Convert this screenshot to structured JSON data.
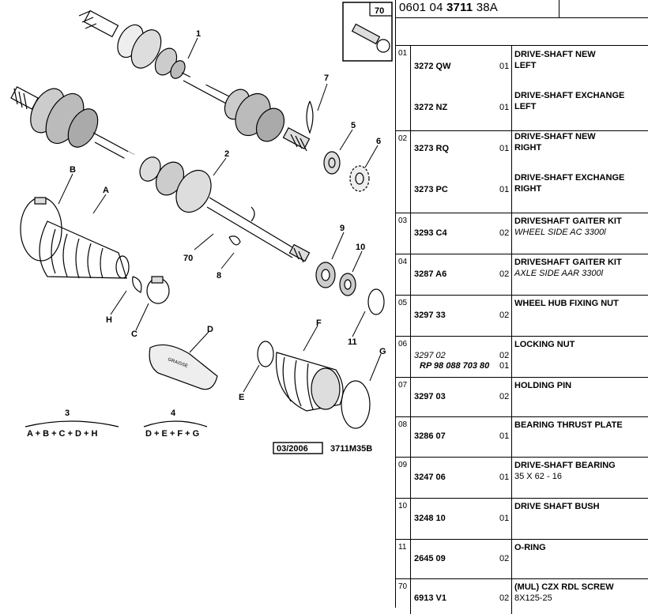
{
  "header": {
    "code_prefix": "0601 04",
    "code_bold": "3711",
    "code_suffix": "38A"
  },
  "diagram": {
    "callouts": [
      "1",
      "2",
      "3",
      "4",
      "5",
      "6",
      "7",
      "8",
      "9",
      "10",
      "11",
      "70",
      "A",
      "B",
      "C",
      "D",
      "E",
      "F",
      "G",
      "H"
    ],
    "inset_label": "70",
    "kit3_label": "A + B + C + D + H",
    "kit4_label": "D + E + F + G",
    "date_stamp": "03/2006",
    "drawing_ref": "3711M35B",
    "grease_text": "GRAISSE"
  },
  "parts": [
    {
      "num": "01",
      "lines": [
        {
          "part": "3272 QW",
          "qty": "01",
          "desc": "DRIVE-SHAFT NEW",
          "desc2": "LEFT"
        },
        {
          "part": "3272 NZ",
          "qty": "01",
          "desc": "DRIVE-SHAFT EXCHANGE",
          "desc2": "LEFT"
        }
      ]
    },
    {
      "num": "02",
      "lines": [
        {
          "part": "3273 RQ",
          "qty": "01",
          "desc": "DRIVE-SHAFT NEW",
          "desc2": "RIGHT"
        },
        {
          "part": "3273 PC",
          "qty": "01",
          "desc": "DRIVE-SHAFT EXCHANGE",
          "desc2": "RIGHT"
        }
      ]
    },
    {
      "num": "03",
      "part": "3293 C4",
      "qty": "02",
      "desc": "DRIVESHAFT GAITER KIT",
      "sub": "WHEEL SIDE AC 3300l"
    },
    {
      "num": "04",
      "part": "3287 A6",
      "qty": "02",
      "desc": "DRIVESHAFT GAITER KIT",
      "sub": "AXLE SIDE AAR 3300l"
    },
    {
      "num": "05",
      "part": "3297 33",
      "qty": "02",
      "desc": "WHEEL HUB FIXING NUT"
    },
    {
      "num": "06",
      "part": "3297 02",
      "qty": "02",
      "part2": "RP 98 088 703 80",
      "qty2": "01",
      "desc": "LOCKING NUT"
    },
    {
      "num": "07",
      "part": "3297 03",
      "qty": "02",
      "desc": "HOLDING PIN"
    },
    {
      "num": "08",
      "part": "3286 07",
      "qty": "01",
      "desc": "BEARING THRUST PLATE"
    },
    {
      "num": "09",
      "part": "3247 06",
      "qty": "01",
      "desc": "DRIVE-SHAFT BEARING",
      "subn": "35 X 62 - 16"
    },
    {
      "num": "10",
      "part": "3248 10",
      "qty": "01",
      "desc": "DRIVE SHAFT BUSH"
    },
    {
      "num": "11",
      "part": "2645 09",
      "qty": "02",
      "desc": "O-RING"
    },
    {
      "num": "70",
      "part": "6913 V1",
      "qty": "02",
      "desc": "(MUL) CZX RDL SCREW",
      "subn": "8X125-25"
    }
  ]
}
